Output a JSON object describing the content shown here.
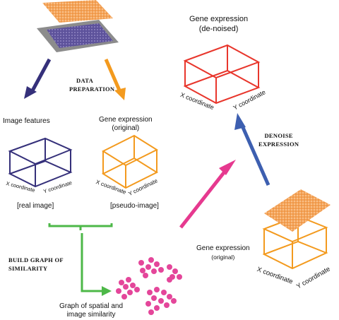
{
  "labels": {
    "data_preparation": [
      "DATA",
      "PREPARATION"
    ],
    "image_features": "Image features",
    "gene_expression_original_top": [
      "Gene expression",
      "(original)"
    ],
    "real_image": "[real image]",
    "pseudo_image": "[pseudo-image]",
    "gene_expression_denoised": [
      "Gene expression",
      "(de-noised)"
    ],
    "denoise_expression": [
      "DENOISE",
      "EXPRESSION"
    ],
    "build_graph": [
      "BUILD GRAPH OF",
      "SIMILARITY"
    ],
    "gene_expression_original_bottom": [
      "Gene expression",
      "(original)"
    ],
    "graph_caption": [
      "Graph of spatial and",
      "image similarity"
    ],
    "x_coordinate": "X coordinate",
    "y_coordinate": "Y coordinate"
  },
  "colors": {
    "navy": "#35307a",
    "orange": "#f39a1e",
    "red": "#e8362c",
    "blue": "#3d5fb0",
    "pink": "#e6398f",
    "green": "#4db848",
    "magenta_dots": "#e4469a"
  }
}
